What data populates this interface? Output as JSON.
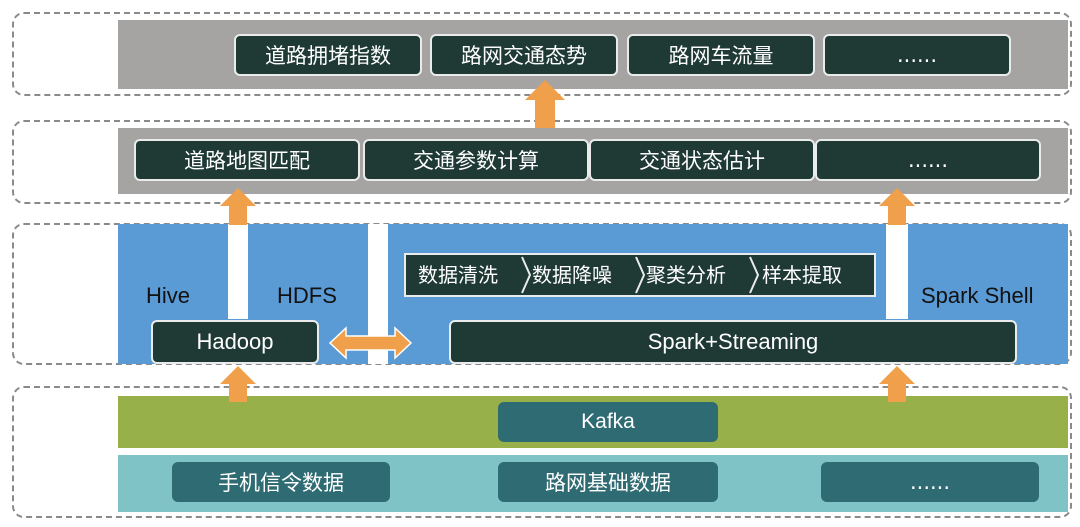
{
  "layers": {
    "application": {
      "items": [
        "道路拥堵指数",
        "路网交通态势",
        "路网车流量",
        "......"
      ]
    },
    "algorithm": {
      "items": [
        "道路地图匹配",
        "交通参数计算",
        "交通状态估计",
        "......"
      ]
    },
    "platform": {
      "hive": "Hive",
      "hdfs": "HDFS",
      "hadoop": "Hadoop",
      "spark_shell": "Spark Shell",
      "spark_streaming": "Spark+Streaming",
      "process_steps": [
        "数据清洗",
        "数据降噪",
        "聚类分析",
        "样本提取"
      ]
    },
    "data": {
      "kafka": "Kafka",
      "sources": [
        "手机信令数据",
        "路网基础数据",
        "......"
      ]
    }
  },
  "colors": {
    "arrow": "#f0a04b",
    "box_fill": "#1f3a35",
    "application_band": "#a6a3a3",
    "platform_band": "#5b9bd5",
    "kafka_band": "#97b04a",
    "source_band": "#7fc3c6"
  }
}
